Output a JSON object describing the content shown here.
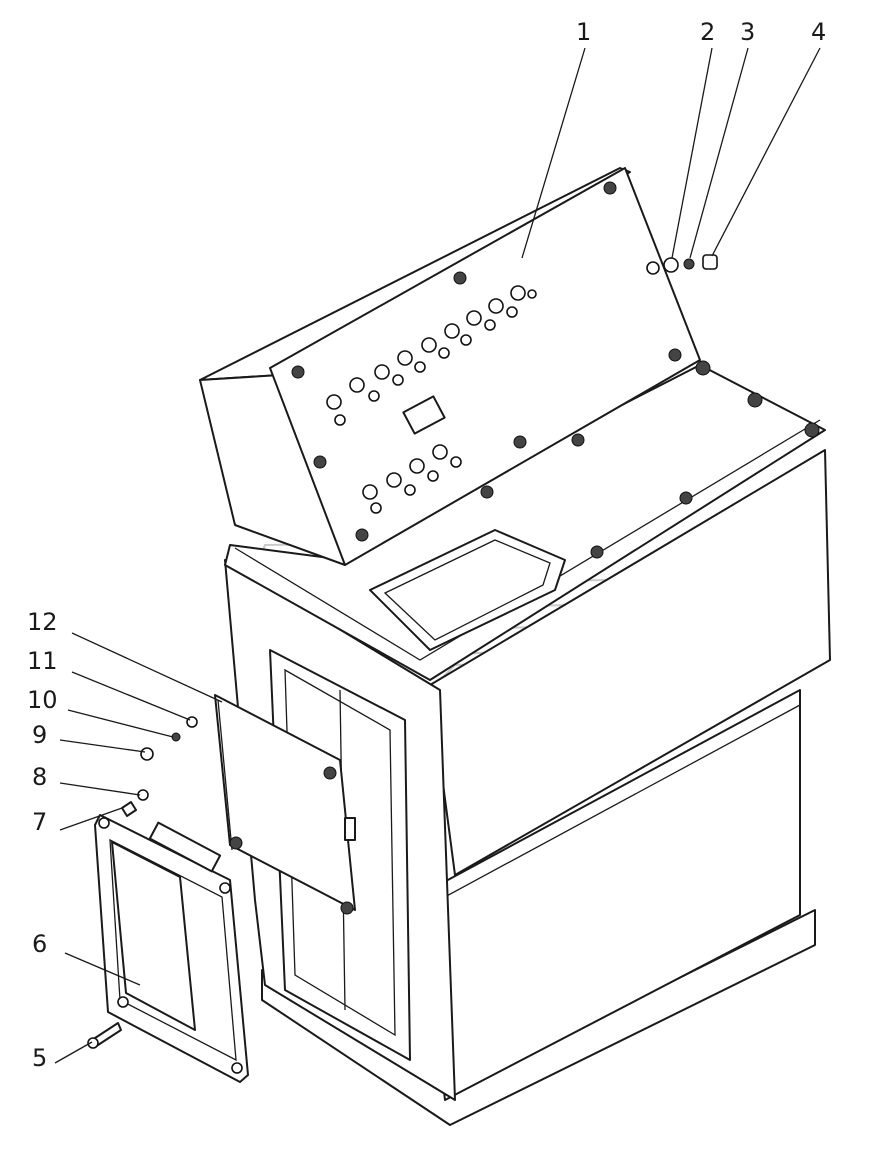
{
  "callouts": [
    {
      "id": "1",
      "label": "1"
    },
    {
      "id": "2",
      "label": "2"
    },
    {
      "id": "3",
      "label": "3"
    },
    {
      "id": "4",
      "label": "4"
    },
    {
      "id": "5",
      "label": "5"
    },
    {
      "id": "6",
      "label": "6"
    },
    {
      "id": "7",
      "label": "7"
    },
    {
      "id": "8",
      "label": "8"
    },
    {
      "id": "9",
      "label": "9"
    },
    {
      "id": "10",
      "label": "10"
    },
    {
      "id": "11",
      "label": "11"
    },
    {
      "id": "12",
      "label": "12"
    }
  ],
  "colors": {
    "line": "#1a1a1a",
    "watermark": "#c9c9c9",
    "background": "#ffffff"
  }
}
